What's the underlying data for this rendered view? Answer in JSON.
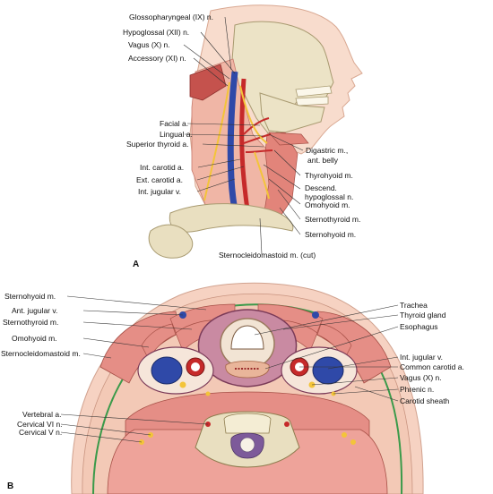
{
  "panel_a": {
    "letter": "A",
    "labels": {
      "glossopharyngeal": "Glossopharyngeal (IX) n.",
      "hypoglossal": "Hypoglossal (XII) n.",
      "vagus": "Vagus (X) n.",
      "accessory": "Accessory (XI) n.",
      "facial_a": "Facial a.",
      "lingual_a": "Lingual a.",
      "sup_thyroid_a": "Superior thyroid a.",
      "int_carotid_a": "Int. carotid a.",
      "ext_carotid_a": "Ext. carotid a.",
      "int_jugular_v": "Int. jugular v.",
      "digastric_1": "Digastric m.,",
      "digastric_2": "ant. belly",
      "thyrohyoid": "Thyrohyoid m.",
      "descend_1": "Descend.",
      "descend_2": "hypoglossal n.",
      "omohyoid": "Omohyoid m.",
      "sternothyroid": "Sternothyroid m.",
      "sternohyoid": "Sternohyoid m.",
      "scm_cut": "Sternocleidomastoid m. (cut)"
    }
  },
  "panel_b": {
    "letter": "B",
    "labels": {
      "sternohyoid": "Sternohyoid m.",
      "ant_jugular": "Ant. jugular v.",
      "sternothyroid": "Sternothyroid m.",
      "omohyoid": "Omohyoid m.",
      "scm": "Sternocleidomastoid m.",
      "vertebral_a": "Vertebral a.",
      "cervical_vi": "Cervical VI n.",
      "cervical_v": "Cervical V n.",
      "trachea": "Trachea",
      "thyroid_gland": "Thyroid gland",
      "esophagus": "Esophagus",
      "int_jugular": "Int. jugular v.",
      "common_carotid": "Common carotid a.",
      "vagus": "Vagus (X) n.",
      "phrenic": "Phrenic n.",
      "carotid_sheath": "Carotid sheath"
    }
  },
  "colors": {
    "muscle": "#e58e86",
    "skin": "#f6d2c2",
    "vein": "#2f49a8",
    "artery": "#c62a2a",
    "nerve": "#f3c43a",
    "bone": "#e9dfc0",
    "fascia_green": "#3a9a4a",
    "thyroid": "#c98aa2"
  }
}
